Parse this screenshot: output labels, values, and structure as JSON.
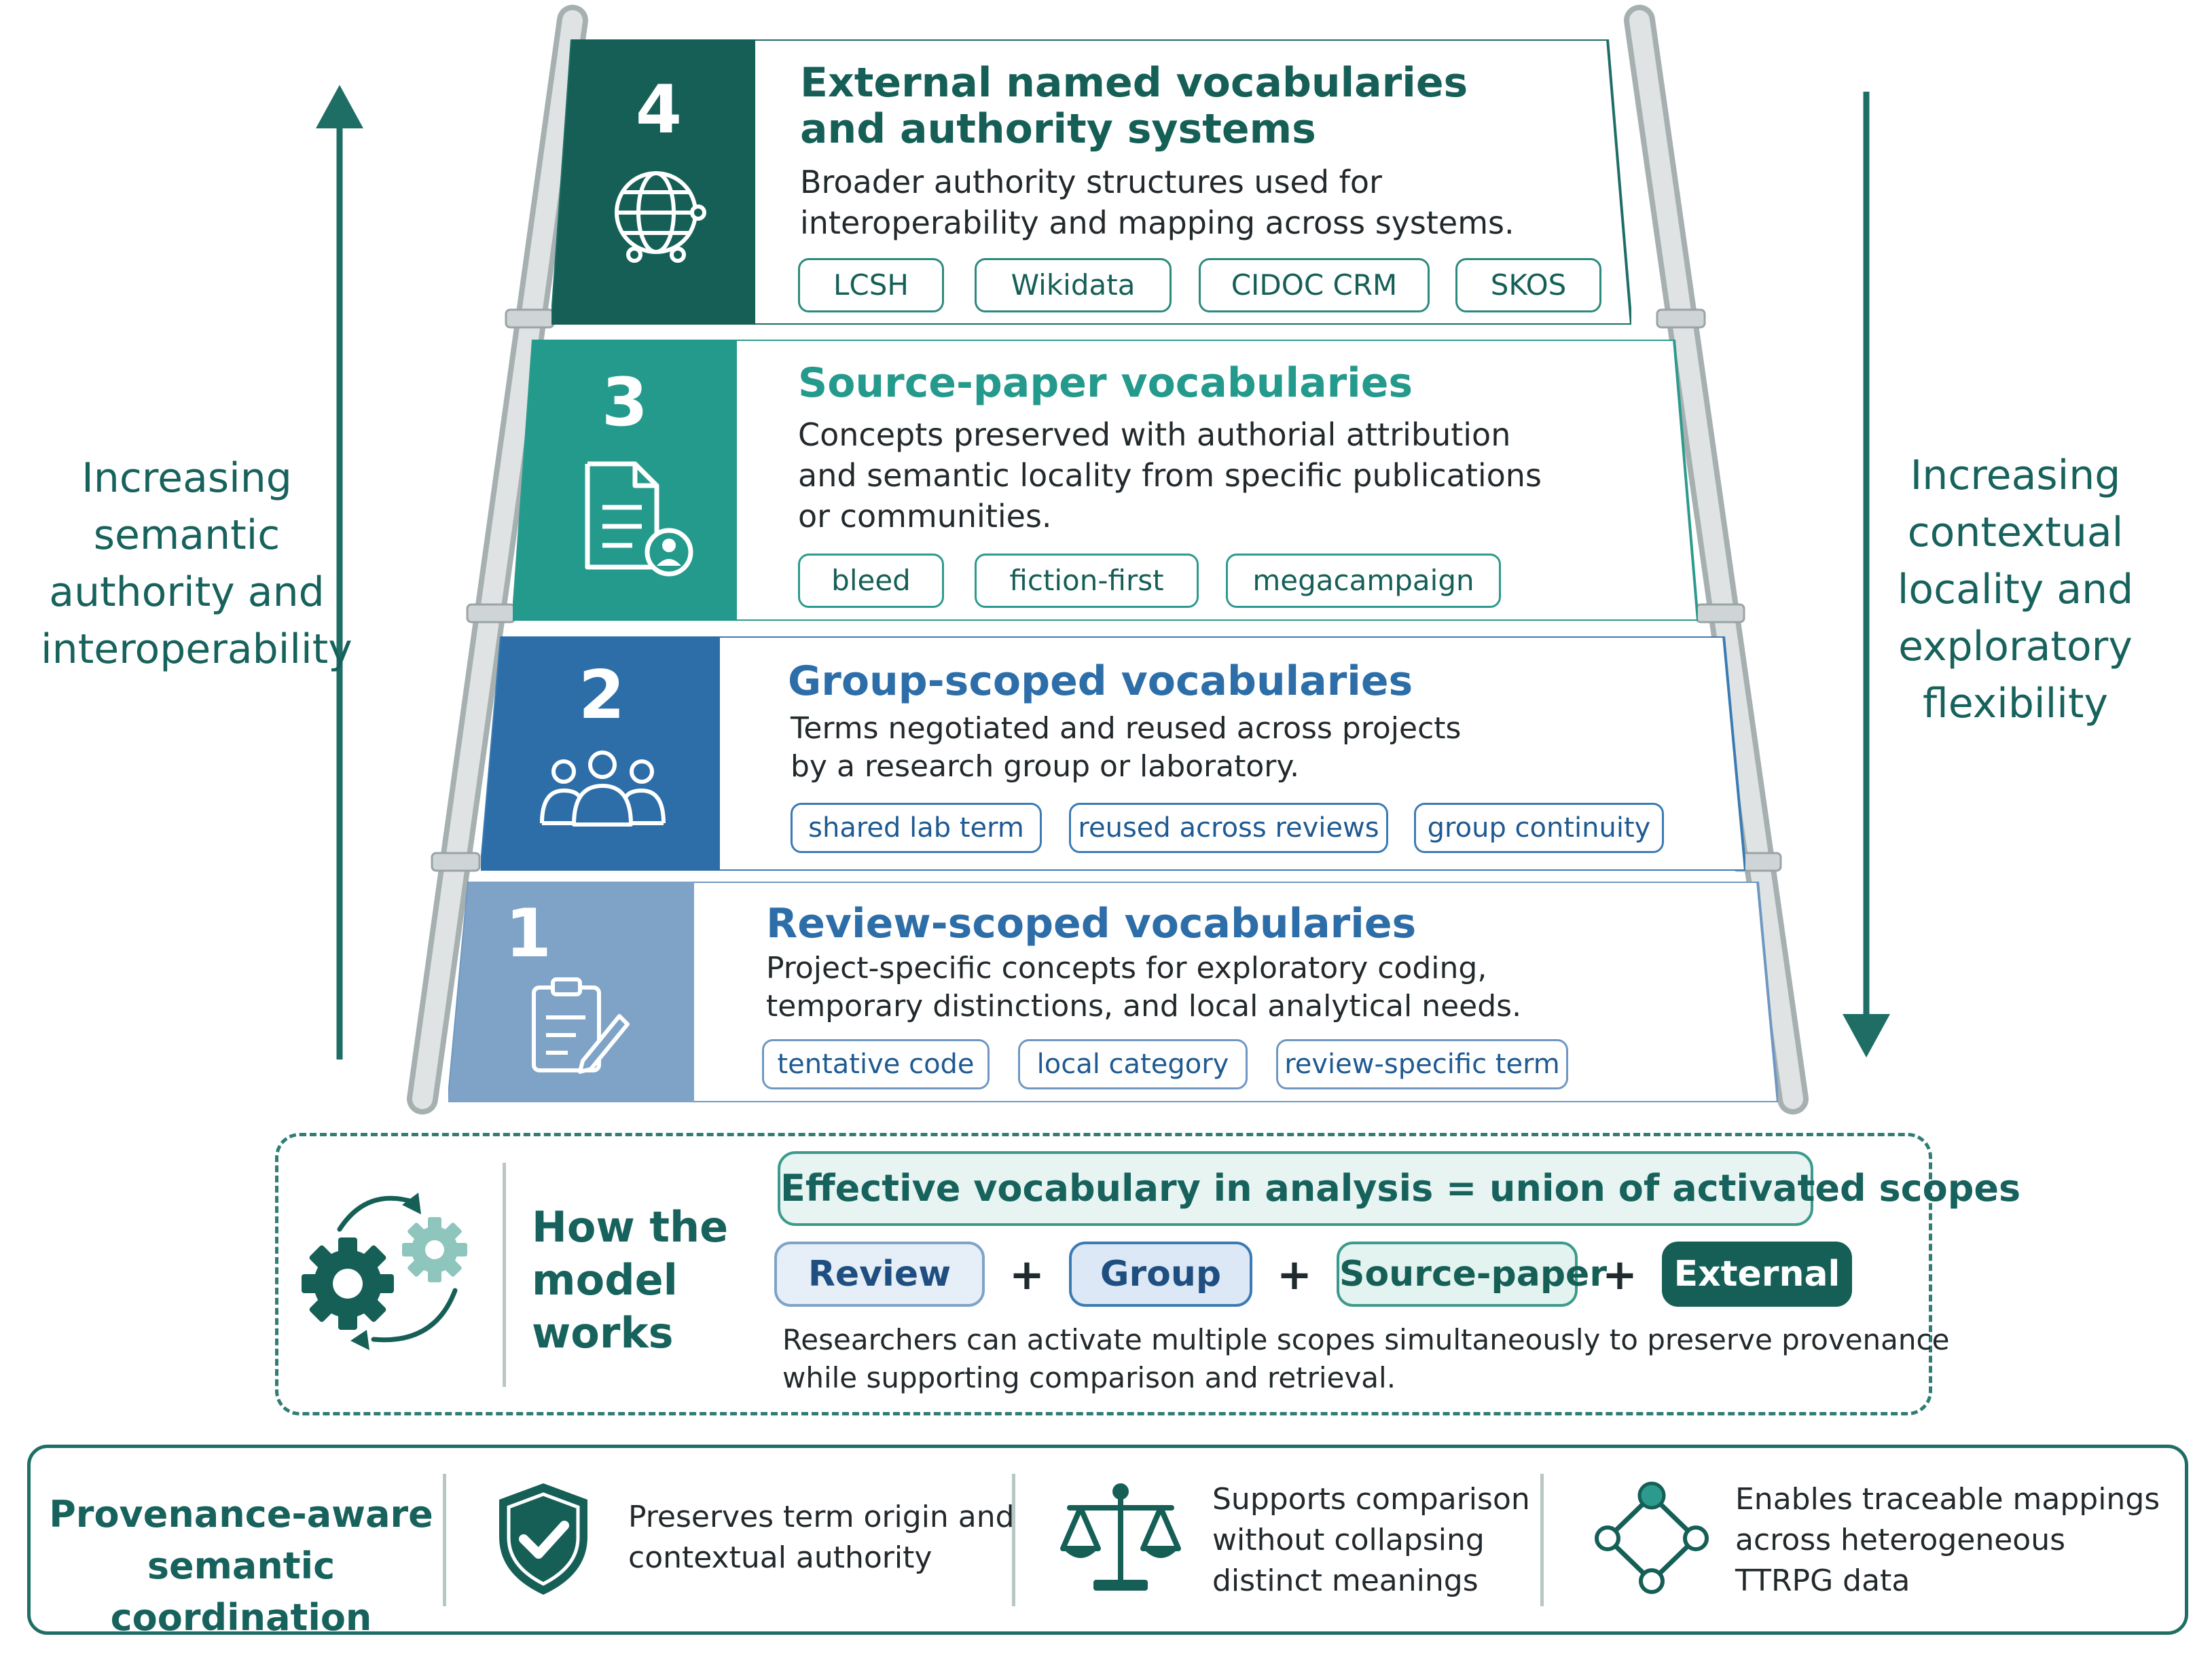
{
  "colors": {
    "tier4": "#155f57",
    "tier3": "#249a8c",
    "tier2": "#2d6ea8",
    "tier1": "#7ea3c7",
    "accent": "#17625c",
    "rail": "#d4d9da"
  },
  "side_labels": {
    "left": [
      "Increasing",
      "semantic",
      "authority and",
      "interoperability"
    ],
    "right": [
      "Increasing",
      "contextual",
      "locality and",
      "exploratory",
      "flexibility"
    ]
  },
  "tiers": [
    {
      "number": "4",
      "icon": "globe-network-icon",
      "title": [
        "External named vocabularies",
        "and authority systems"
      ],
      "description": [
        "Broader authority structures used for",
        "interoperability and mapping across systems."
      ],
      "tags": [
        "LCSH",
        "Wikidata",
        "CIDOC CRM",
        "SKOS"
      ]
    },
    {
      "number": "3",
      "icon": "document-person-icon",
      "title": [
        "Source-paper vocabularies"
      ],
      "description": [
        "Concepts preserved with authorial attribution",
        "and semantic locality from specific publications",
        "or communities."
      ],
      "tags": [
        "bleed",
        "fiction-first",
        "megacampaign"
      ]
    },
    {
      "number": "2",
      "icon": "group-people-icon",
      "title": [
        "Group-scoped vocabularies"
      ],
      "description": [
        "Terms negotiated and reused across projects",
        "by a research group or laboratory."
      ],
      "tags": [
        "shared lab term",
        "reused across reviews",
        "group continuity"
      ]
    },
    {
      "number": "1",
      "icon": "clipboard-pencil-icon",
      "title": [
        "Review-scoped vocabularies"
      ],
      "description": [
        "Project-specific concepts for exploratory coding,",
        "temporary distinctions, and local analytical needs."
      ],
      "tags": [
        "tentative code",
        "local category",
        "review-specific term"
      ]
    }
  ],
  "model": {
    "title": [
      "How the",
      "model",
      "works"
    ],
    "equation": "Effective vocabulary in analysis = union of activated scopes",
    "scopes": [
      "Review",
      "Group",
      "Source-paper",
      "External"
    ],
    "operator": "+",
    "description": [
      "Researchers can activate multiple scopes simultaneously to preserve provenance",
      "while supporting comparison and retrieval."
    ]
  },
  "bottom": {
    "title": [
      "Provenance-aware",
      "semantic coordination"
    ],
    "items": [
      {
        "icon": "shield-check-icon",
        "lines": [
          "Preserves term origin and",
          "contextual authority"
        ]
      },
      {
        "icon": "balance-scale-icon",
        "lines": [
          "Supports comparison",
          "without collapsing",
          "distinct meanings"
        ]
      },
      {
        "icon": "network-diamond-icon",
        "lines": [
          "Enables traceable mappings",
          "across heterogeneous",
          "TTRPG data"
        ]
      }
    ]
  }
}
